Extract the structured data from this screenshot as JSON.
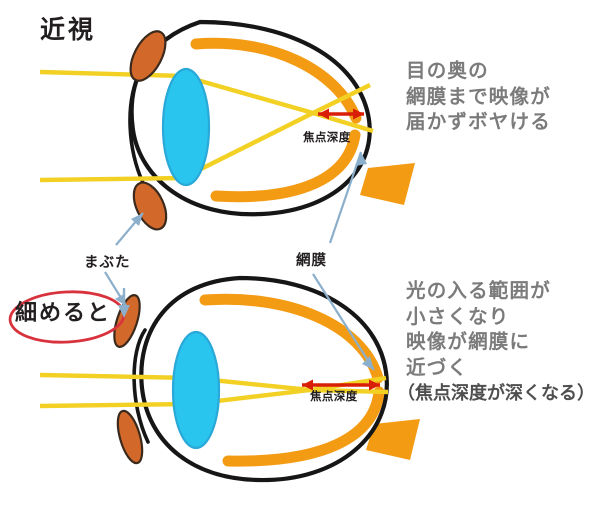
{
  "diagram": {
    "title": "近視",
    "labels": {
      "eyelid": "まぶた",
      "retina": "網膜",
      "squint": "細めると",
      "focus_depth_top": "焦点深度",
      "focus_depth_bottom": "焦点深度"
    },
    "descriptions": {
      "top": "目の奥の\n網膜まで映像が\n届かずボヤける",
      "bottom": "光の入る範囲が\n小さくなり\n映像が網膜に\n近づく",
      "bottom_note": "（焦点深度が深くなる）"
    },
    "colors": {
      "sclera_outline": "#161616",
      "retina_band": "#F39B12",
      "optic_nerve": "#F39B12",
      "lens": "#29C5EE",
      "lens_outline": "#2AA8D8",
      "eyelid": "#D2692B",
      "eyelid_outline": "#3b2a1c",
      "light_ray": "#F2D024",
      "focus_arrow": "#D81E05",
      "pointer_arrow": "#8CAFCB",
      "squint_circle": "#D8323C",
      "body_text": "#7b7b7b",
      "title_text": "#231f20",
      "background": "#FFFFFF"
    },
    "panels": [
      {
        "name": "myopia-uncorrected",
        "eyelid_state": "open",
        "focus_point": "in front of retina",
        "ray_count": 2,
        "focus_depth": "shallow"
      },
      {
        "name": "myopia-squinting",
        "eyelid_state": "narrowed",
        "focus_point": "closer to retina",
        "ray_count": 2,
        "focus_depth": "deep"
      }
    ]
  }
}
